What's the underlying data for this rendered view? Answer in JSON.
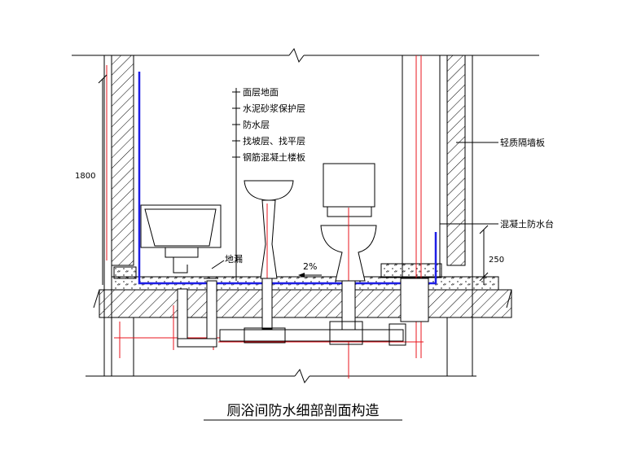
{
  "title": "厕浴间防水细部剖面构造",
  "layers": {
    "l1": "面层地面",
    "l2": "水泥砂浆保护层",
    "l3": "防水层",
    "l4": "找坡层、找平层",
    "l5": "钢筋混凝土楼板"
  },
  "labels": {
    "floor_drain": "地漏",
    "slope": "2%",
    "partition": "轻质隔墙板",
    "curb": "混凝土防水台"
  },
  "dimensions": {
    "height_left": "1800",
    "curb_height": "250"
  },
  "colors": {
    "line": "#000000",
    "pipe": "#e8141c",
    "waterproof": "#1e1ee6"
  }
}
